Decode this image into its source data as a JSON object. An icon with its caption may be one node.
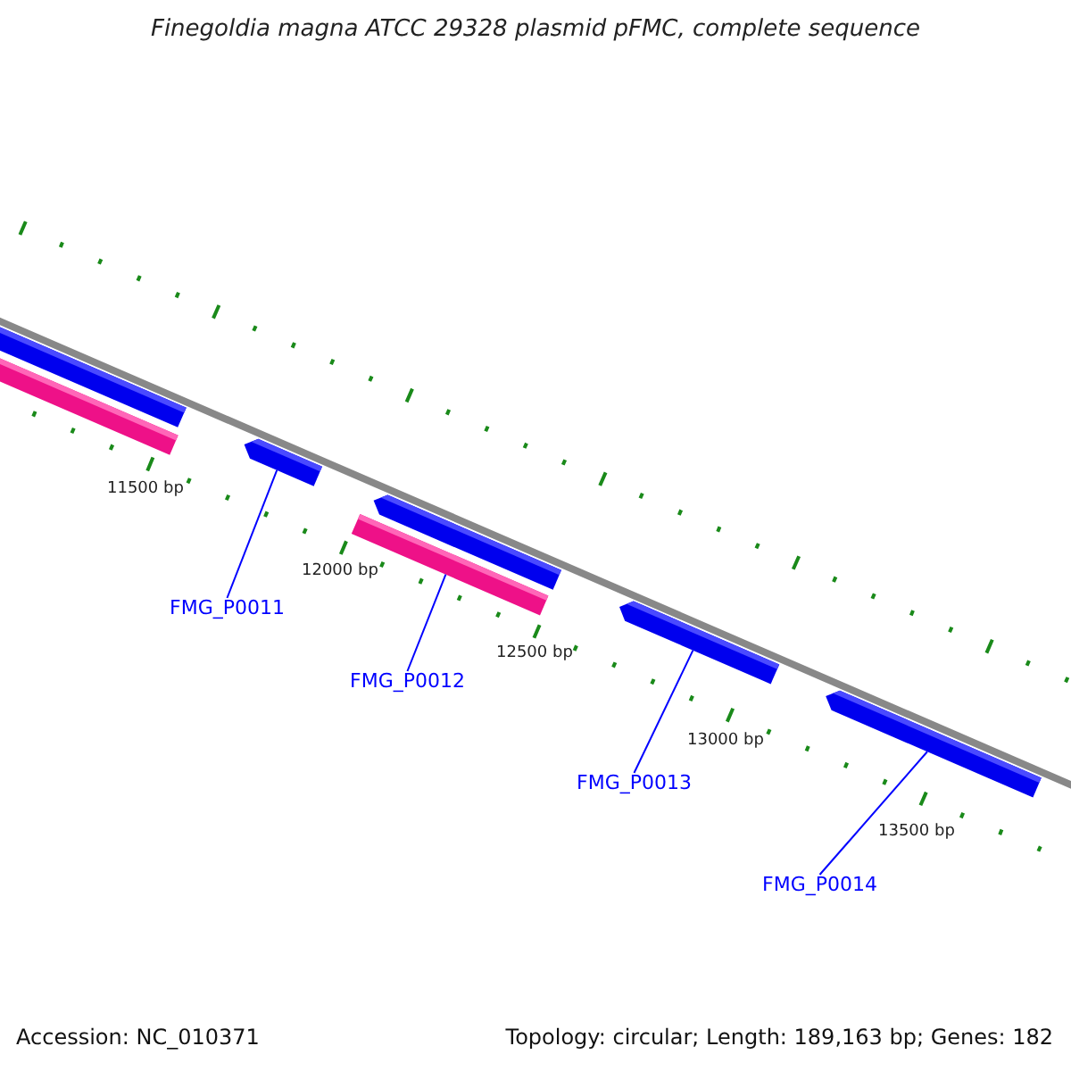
{
  "diagram": {
    "title": "Finegoldia magna ATCC 29328 plasmid pFMC, complete sequence",
    "nodes": [
      {
        "text": [
          "FMG_P0011"
        ]
      },
      {
        "text": [
          "FMG_P0012"
        ]
      },
      {
        "text": [
          "FMG_P0013"
        ]
      },
      {
        "text": [
          "FMG_P0014"
        ]
      },
      {
        "text": [],
        "shape": "bar"
      },
      {
        "text": [],
        "shape": "bar"
      },
      {
        "text": [],
        "shape": "bar"
      },
      {
        "text": [],
        "shape": "bar"
      }
    ],
    "edges": [
      {
        "from": 0,
        "to": 4,
        "arrow": "none"
      },
      {
        "from": 1,
        "to": 5,
        "arrow": "none"
      },
      {
        "from": 2,
        "to": 6,
        "arrow": "none"
      },
      {
        "from": 3,
        "to": 7,
        "arrow": "none"
      }
    ],
    "labels": [
      "11500 bp",
      "12000 bp",
      "12500 bp",
      "13000 bp",
      "13500 bp",
      "Accession: NC_010371",
      "Topology: circular; Length: 189,163 bp; Genes: 182"
    ]
  }
}
